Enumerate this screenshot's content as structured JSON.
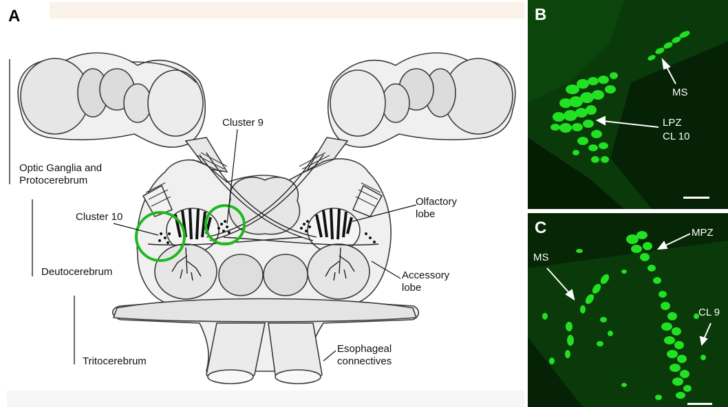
{
  "panels": {
    "a": {
      "letter": "A",
      "labels": {
        "cluster9": "Cluster 9",
        "cluster10": "Cluster 10",
        "optic_line1": "Optic Ganglia and",
        "optic_line2": "Protocerebrum",
        "deutocerebrum": "Deutocerebrum",
        "tritocerebrum": "Tritocerebrum",
        "olfactory_line1": "Olfactory",
        "olfactory_line2": "lobe",
        "accessory_line1": "Accessory",
        "accessory_line2": "lobe",
        "esophageal_line1": "Esophageal",
        "esophageal_line2": "connectives"
      },
      "highlight_color": "#1fb81f"
    },
    "b": {
      "letter": "B",
      "labels": {
        "ms": "MS",
        "lpz": "LPZ",
        "cl10": "CL 10"
      }
    },
    "c": {
      "letter": "C",
      "labels": {
        "mpz": "MPZ",
        "ms": "MS",
        "cl9": "CL 9"
      }
    }
  },
  "colors": {
    "fluorescence": "#22e022",
    "micro_background": "#062006"
  }
}
